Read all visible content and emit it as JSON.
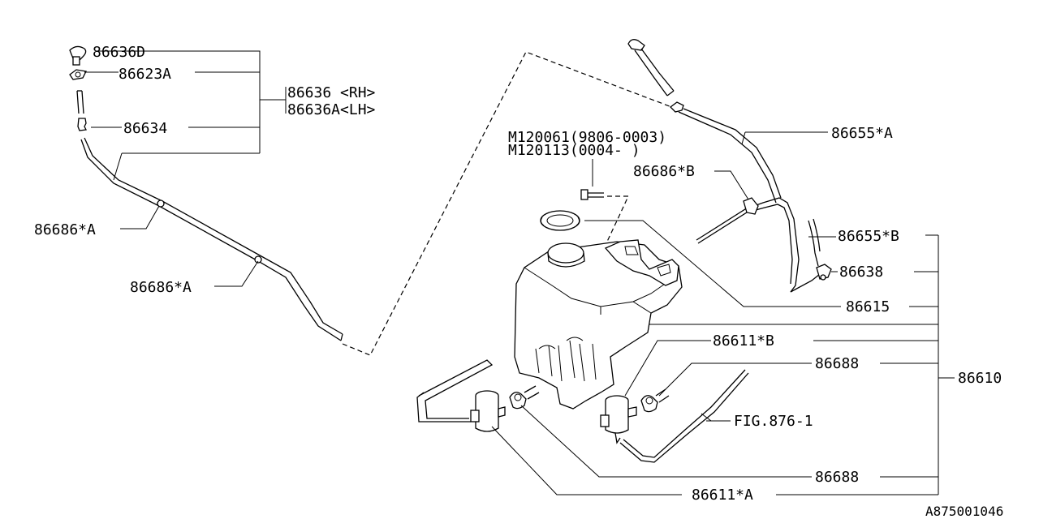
{
  "labels": {
    "p86636D": "86636D",
    "p86623A": "86623A",
    "p86636RH": "86636 <RH>",
    "p86636ALH": "86636A<LH>",
    "p86634": "86634",
    "p86686A_1": "86686*A",
    "p86686A_2": "86686*A",
    "m120061": "M120061(9806-0003)",
    "m120113": "M120113(0004-     )",
    "p86655A": "86655*A",
    "p86686B": "86686*B",
    "p86655B": "86655*B",
    "p86638": "86638",
    "p86615": "86615",
    "p86611B": "86611*B",
    "p86688_1": "86688",
    "p86610": "86610",
    "fig": "FIG.876-1",
    "p86688_2": "86688",
    "p86611A": "86611*A",
    "diagram_id": "A875001046"
  }
}
